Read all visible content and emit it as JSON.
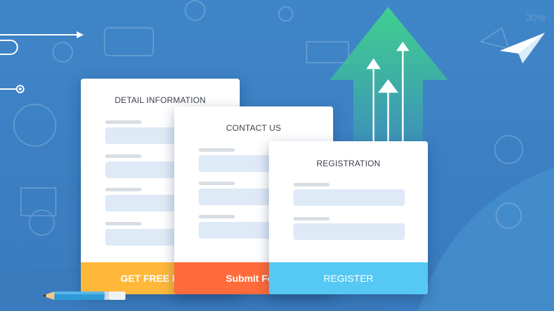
{
  "colors": {
    "background": "#3f86c8",
    "card": "#ffffff",
    "field": "#dfeaf7",
    "label_line": "#d7dde3",
    "cta_yellow": "#ffb83a",
    "cta_orange": "#ff6b3a",
    "cta_blue": "#55c8f4",
    "arrow_green": "#50cc8a"
  },
  "cards": {
    "detail": {
      "title": "DETAIL INFORMATION",
      "button": "GET FREE E-"
    },
    "contact": {
      "title": "CONTACT US",
      "button": "Submit Fo"
    },
    "registration": {
      "title": "REGISTRATION",
      "button": "REGISTER"
    }
  },
  "decorations": {
    "badge_text": "30%",
    "icons": [
      "paper-plane-icon",
      "pencil-icon",
      "growth-arrow-icon",
      "shopping-cart-icon"
    ]
  }
}
